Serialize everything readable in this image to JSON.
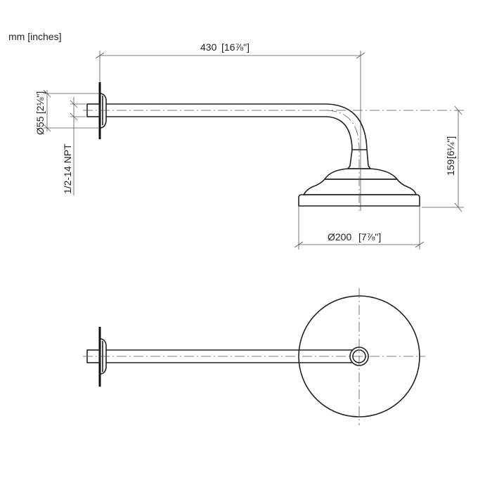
{
  "units_label": "mm [inches]",
  "dimensions": {
    "length": {
      "mm": "430",
      "inches": "[16⅞\"]"
    },
    "wall_flange_dia": {
      "mm": "Ø55",
      "inches": "[2⅛\"]"
    },
    "thread": {
      "label": "1/2-14 NPT"
    },
    "drop_height": {
      "mm": "159",
      "inches": "[6¼\"]"
    },
    "head_dia": {
      "mm": "Ø200",
      "inches": "[7⅞\"]"
    }
  }
}
